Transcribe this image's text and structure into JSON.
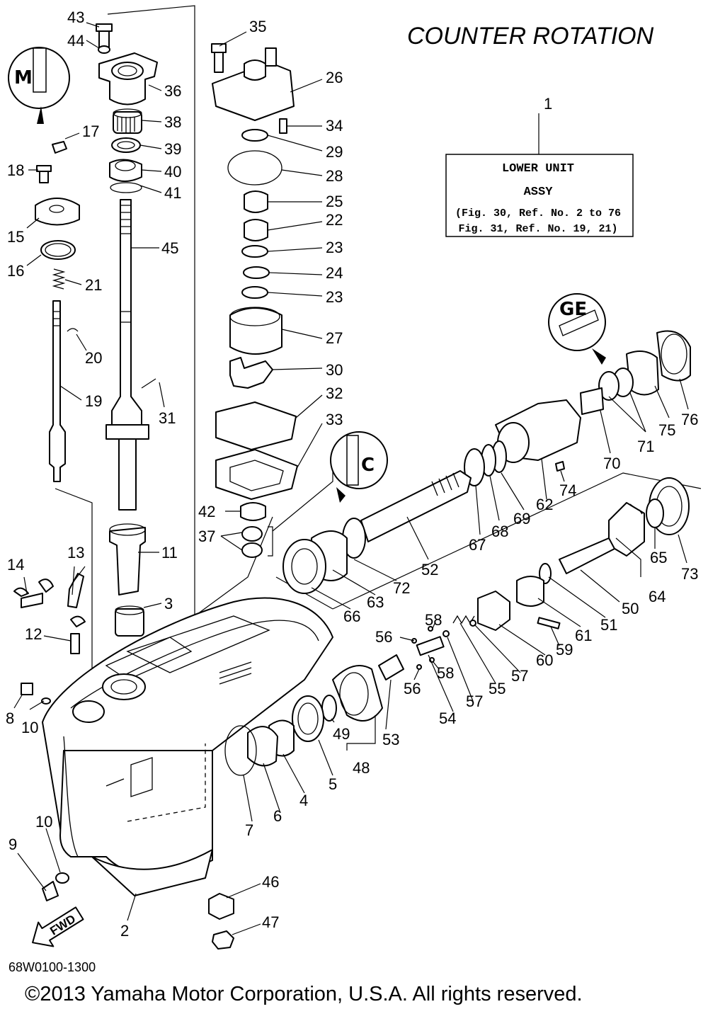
{
  "title": "COUNTER ROTATION",
  "assembly_box": {
    "ref": "1",
    "line1": "LOWER UNIT",
    "line2": "ASSY",
    "line3": "(Fig. 30, Ref. No. 2 to 76",
    "line4": "Fig. 31, Ref. No. 19, 21)"
  },
  "callouts": {
    "c2": "2",
    "c3": "3",
    "c4": "4",
    "c5": "5",
    "c6": "6",
    "c7": "7",
    "c8": "8",
    "c9": "9",
    "c10a": "10",
    "c10b": "10",
    "c11": "11",
    "c12": "12",
    "c13": "13",
    "c14": "14",
    "c15": "15",
    "c16": "16",
    "c17": "17",
    "c18": "18",
    "c19": "19",
    "c20": "20",
    "c21a": "21",
    "c22": "22",
    "c23a": "23",
    "c23b": "23",
    "c24": "24",
    "c25": "25",
    "c26": "26",
    "c27": "27",
    "c28": "28",
    "c29": "29",
    "c30": "30",
    "c31": "31",
    "c32": "32",
    "c33": "33",
    "c34": "34",
    "c35": "35",
    "c36": "36",
    "c37": "37",
    "c38": "38",
    "c39": "39",
    "c40": "40",
    "c41": "41",
    "c42": "42",
    "c43": "43",
    "c44": "44",
    "c45": "45",
    "c46": "46",
    "c47": "47",
    "c48": "48",
    "c49": "49",
    "c50": "50",
    "c51": "51",
    "c52": "52",
    "c53": "53",
    "c54": "54",
    "c55": "55",
    "c56a": "56",
    "c56b": "56",
    "c57a": "57",
    "c57b": "57",
    "c58a": "58",
    "c58b": "58",
    "c59": "59",
    "c60": "60",
    "c61": "61",
    "c62": "62",
    "c63": "63",
    "c64": "64",
    "c65": "65",
    "c66": "66",
    "c67": "67",
    "c68": "68",
    "c69": "69",
    "c70": "70",
    "c71": "71",
    "c72": "72",
    "c73": "73",
    "c74": "74",
    "c75": "75",
    "c76": "76"
  },
  "direction_label": "FWD",
  "drawing_code": "68W0100-1300",
  "copyright": "©2013 Yamaha Motor Corporation, U.S.A. All rights reserved.",
  "icons": [
    "sealant-icon",
    "grease-icon",
    "grease-icon"
  ]
}
